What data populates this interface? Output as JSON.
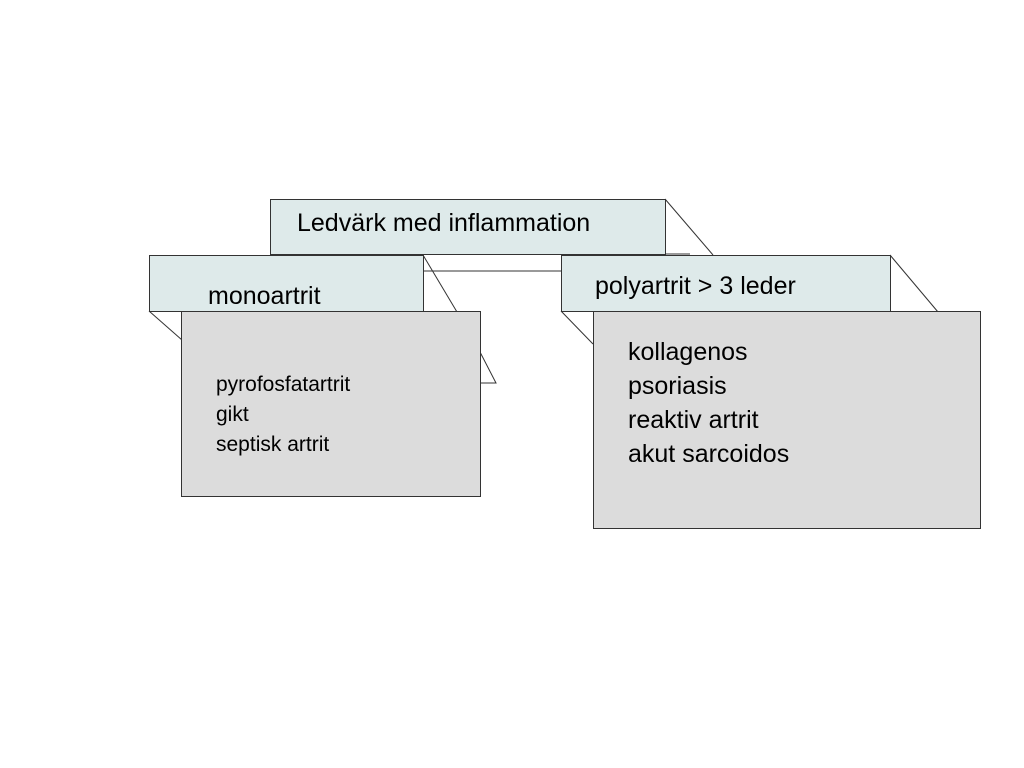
{
  "diagram": {
    "root": {
      "label": "Ledvärk med inflammation"
    },
    "left": {
      "label": "monoartrit",
      "items": [
        "pyrofosfatartrit",
        "gikt",
        "septisk artrit"
      ]
    },
    "right": {
      "label": "polyartrit > 3 leder",
      "items": [
        "kollagenos",
        "psoriasis",
        "reaktiv artrit",
        "akut sarcoidos"
      ]
    },
    "colors": {
      "header_fill": "#deeaea",
      "detail_fill": "#dcdcdc",
      "outline": "#333333"
    }
  }
}
